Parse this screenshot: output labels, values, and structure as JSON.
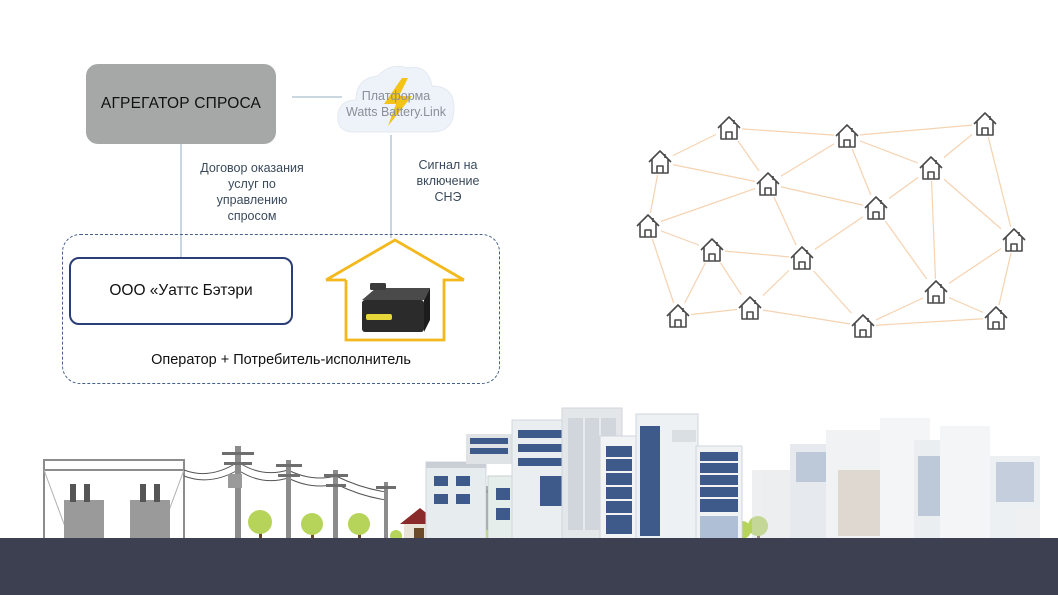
{
  "aggregator": {
    "label": "АГРЕГАТОР СПРОСА"
  },
  "platform": {
    "line1": "Платформа",
    "line2": "Watts Battery.Link"
  },
  "contract": {
    "lines": [
      "Договор оказания",
      "услуг по",
      "управлению",
      "спросом"
    ]
  },
  "signal": {
    "lines": [
      "Сигнал на",
      "включение",
      "СНЭ"
    ]
  },
  "company": {
    "label": "ООО «Уаттс Бэтэри"
  },
  "operator": {
    "label": "Оператор + Потребитель-исполнитель"
  },
  "colors": {
    "aggregator_fill": "#a6a8a8",
    "house_outline": "#f2b81c",
    "company_border": "#2c3e78",
    "network_line": "#f6d2b0",
    "ground": "#3d4050"
  },
  "icons": [
    "cloud-icon",
    "lightning-icon",
    "house-icon",
    "battery-device-icon",
    "home-icon",
    "substation-icon",
    "power-pole-icon",
    "tree-icon",
    "building-icon"
  ]
}
